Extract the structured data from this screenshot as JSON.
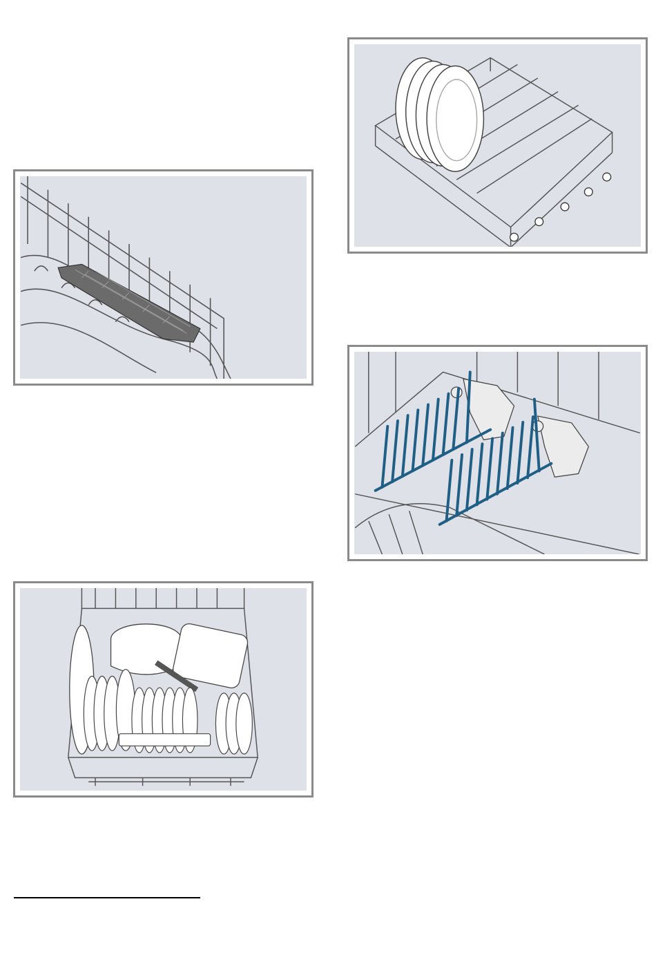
{
  "figures": [
    {
      "id": "fig-rack-insert",
      "icon": "rack-insert-illustration"
    },
    {
      "id": "fig-lower-basket-plates",
      "icon": "lower-basket-plates-illustration"
    },
    {
      "id": "fig-folding-tines",
      "icon": "folding-tines-illustration"
    },
    {
      "id": "fig-loaded-basket",
      "icon": "loaded-basket-illustration"
    }
  ]
}
